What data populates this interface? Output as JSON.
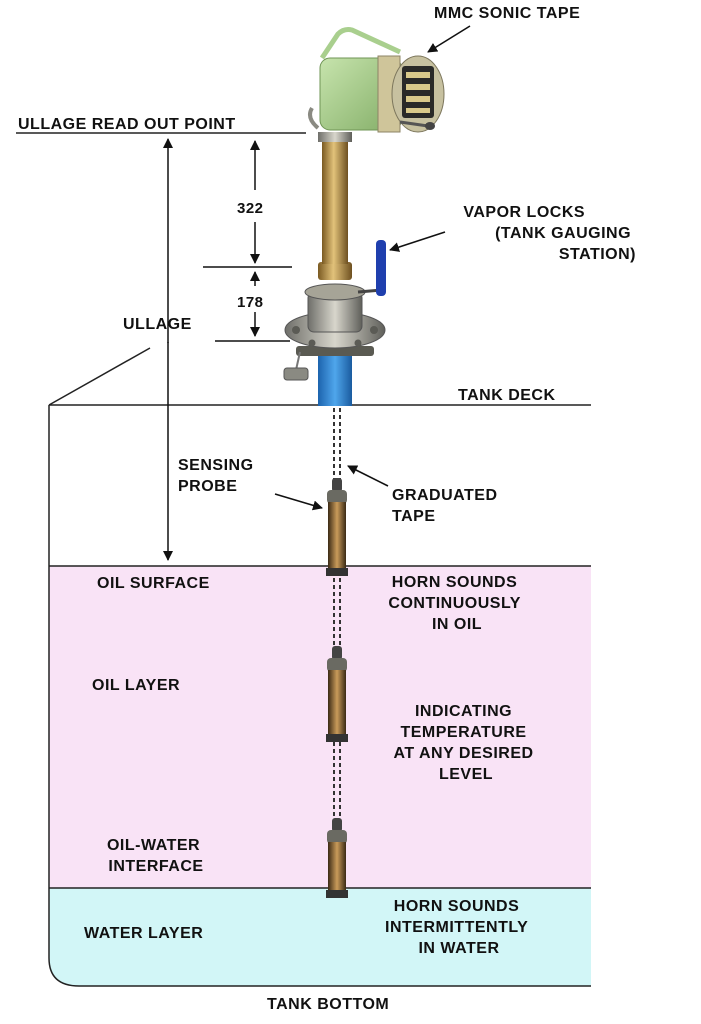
{
  "labels": {
    "mmc_sonic_tape": "MMC SONIC TAPE",
    "ullage_readout_point": "ULLAGE READ OUT  POINT",
    "dim_322": "322",
    "dim_178": "178",
    "vapor_locks": [
      "VAPOR LOCKS",
      "(TANK  GAUGING",
      "STATION)"
    ],
    "ullage": "ULLAGE",
    "tank_deck": "TANK  DECK",
    "sensing_probe": [
      "SENSING",
      "PROBE"
    ],
    "graduated_tape": [
      "GRADUATED",
      "TAPE"
    ],
    "oil_surface": "OIL  SURFACE",
    "horn_oil": [
      "HORN SOUNDS",
      "CONTINUOUSLY",
      "IN OIL"
    ],
    "oil_layer": "OIL  LAYER",
    "indicating_temp": [
      "INDICATING",
      "TEMPERATURE",
      "AT  ANY  DESIRED",
      "LEVEL"
    ],
    "oil_water_interface": [
      "OIL-WATER",
      "INTERFACE"
    ],
    "water_layer": "WATER  LAYER",
    "horn_water": [
      "HORN SOUNDS",
      "INTERMITTENTLY",
      "IN WATER"
    ],
    "tank_bottom": "TANK BOTTOM"
  },
  "colors": {
    "oil_layer_fill": "#f9e3f6",
    "water_layer_fill": "#d2f6f7",
    "housing_green": "#a9cf8e",
    "pipe_blue": "#2f86d6",
    "valve_handle": "#1f3fae",
    "brass": "#b58a3c"
  }
}
